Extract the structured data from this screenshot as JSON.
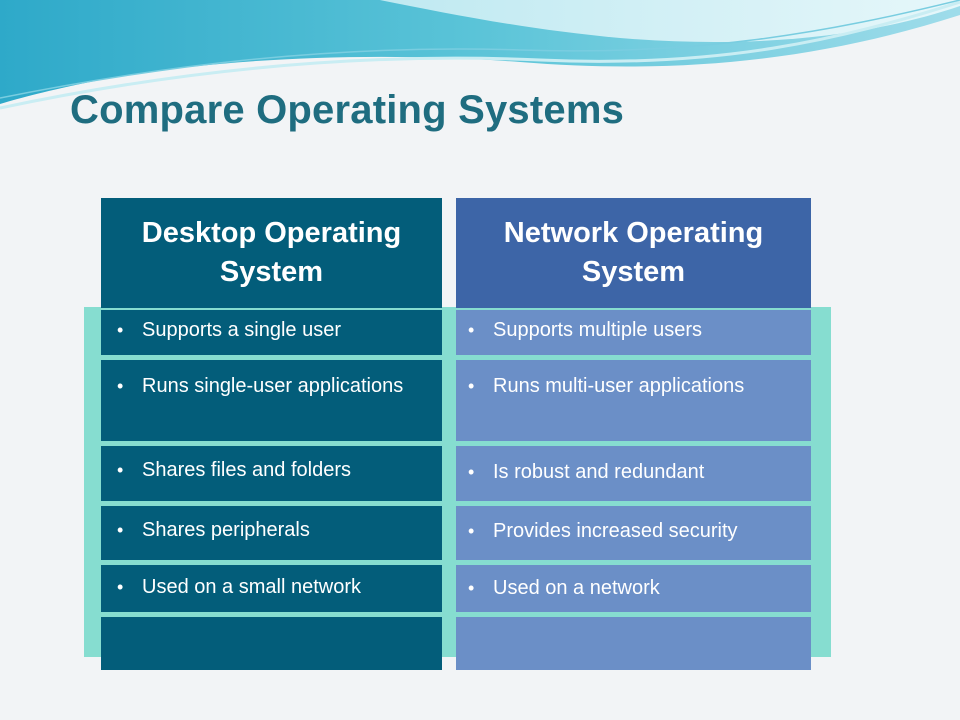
{
  "slide": {
    "title": "Compare Operating Systems"
  },
  "colors": {
    "title": "#1f6d80",
    "desktop_header": "#035d7a",
    "desktop_cells": "#035d7a",
    "network_header": "#3d65a7",
    "network_cells": "#6b8fc7",
    "band": "#86ddd0",
    "background": "#f2f4f6"
  },
  "columns": {
    "desktop": {
      "header": "Desktop Operating System",
      "bullet": "•",
      "items": [
        "Supports a single user",
        "Runs single-user applications",
        "Shares files and folders",
        "Shares peripherals",
        "Used on a small network"
      ]
    },
    "network": {
      "header": "Network Operating System",
      "bullet": "•",
      "items": [
        "Supports multiple users",
        "Runs multi-user applications",
        "Is robust and redundant",
        "Provides increased security",
        "Used on a network"
      ]
    }
  }
}
